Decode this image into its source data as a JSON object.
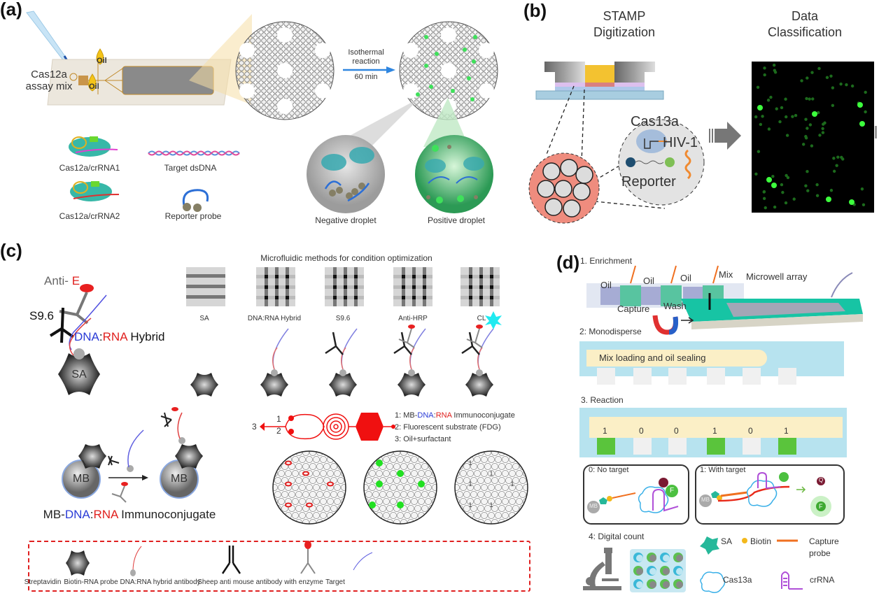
{
  "panels": {
    "a": {
      "label": "(a)",
      "assay_mix": [
        "Cas12a",
        "assay mix"
      ],
      "oil_label": "Oil",
      "reaction": [
        "Isothermal",
        "reaction",
        "60 min"
      ],
      "components": [
        "Cas12a/crRNA1",
        "Target dsDNA",
        "Cas12a/crRNA2",
        "Reporter probe"
      ],
      "droplets": [
        "Negative droplet",
        "Positive droplet"
      ]
    },
    "b": {
      "label": "(b)",
      "title_left": [
        "STAMP",
        "Digitization"
      ],
      "title_right": [
        "Data",
        "Classification"
      ],
      "cas_label": "Cas13a",
      "target_label": "HIV-1",
      "reporter_label": "Reporter"
    },
    "c": {
      "label": "(c)",
      "anti_prefix": "Anti-",
      "anti_e": "E",
      "s96": "S9.6",
      "hybrid": {
        "dna": "DNA",
        "colon": ":",
        "rna": "RNA",
        "suffix": " Hybrid"
      },
      "sa": "SA",
      "methods_title": "Microfluidic methods for condition optimization",
      "steps": [
        "SA",
        "DNA:RNA Hybrid",
        "S9.6",
        "Anti-HRP",
        "CL"
      ],
      "mb": "MB",
      "immuno": {
        "prefix": "MB-",
        "dna": "DNA",
        "colon": ":",
        "rna": "RNA",
        "suffix": " Immunoconjugate"
      },
      "chip_numbers": [
        "1",
        "2",
        "3"
      ],
      "inputs": [
        {
          "prefix": "1: MB-",
          "dna": "DNA",
          "colon": ":",
          "rna": "RNA",
          "suffix": " Immunoconjugate"
        },
        {
          "text": "2: Fluorescent substrate (FDG)"
        },
        {
          "text": "3: Oil+surfactant"
        }
      ],
      "digit_one": "1",
      "legend": [
        "Streptavidin",
        "Biotin-RNA probe",
        "DNA:RNA hybrid antibody",
        "Sheep anti mouse antibody with enzyme",
        "Target"
      ]
    },
    "d": {
      "label": "(d)",
      "step1": "1. Enrichment",
      "oil": "Oil",
      "mix": "Mix",
      "microwell": "Microwell array",
      "capture": "Capture",
      "wash": "Wash",
      "step2": "2: Monodisperse",
      "loading": "Mix loading and oil sealing",
      "step3": "3. Reaction",
      "digits": [
        "1",
        "0",
        "0",
        "1",
        "0",
        "1"
      ],
      "no_target": "0:  No target",
      "with_target": "1: With target",
      "mb": "MB",
      "q": "Q",
      "f": "F",
      "step4": "4: Digital count",
      "legend": {
        "sa": "SA",
        "biotin": "Biotin",
        "capture": "Capture",
        "probe": "probe",
        "cas": "Cas13a",
        "crrna": "crRNA"
      }
    }
  },
  "colors": {
    "dna_blue": "#2a3bd6",
    "rna_red": "#e0201e",
    "positive_green": "#22e022",
    "chip_red": "#f01010",
    "channel_blue": "#b7e3ef",
    "loading_cream": "#fbefc6",
    "sa_teal": "#26b89a"
  }
}
